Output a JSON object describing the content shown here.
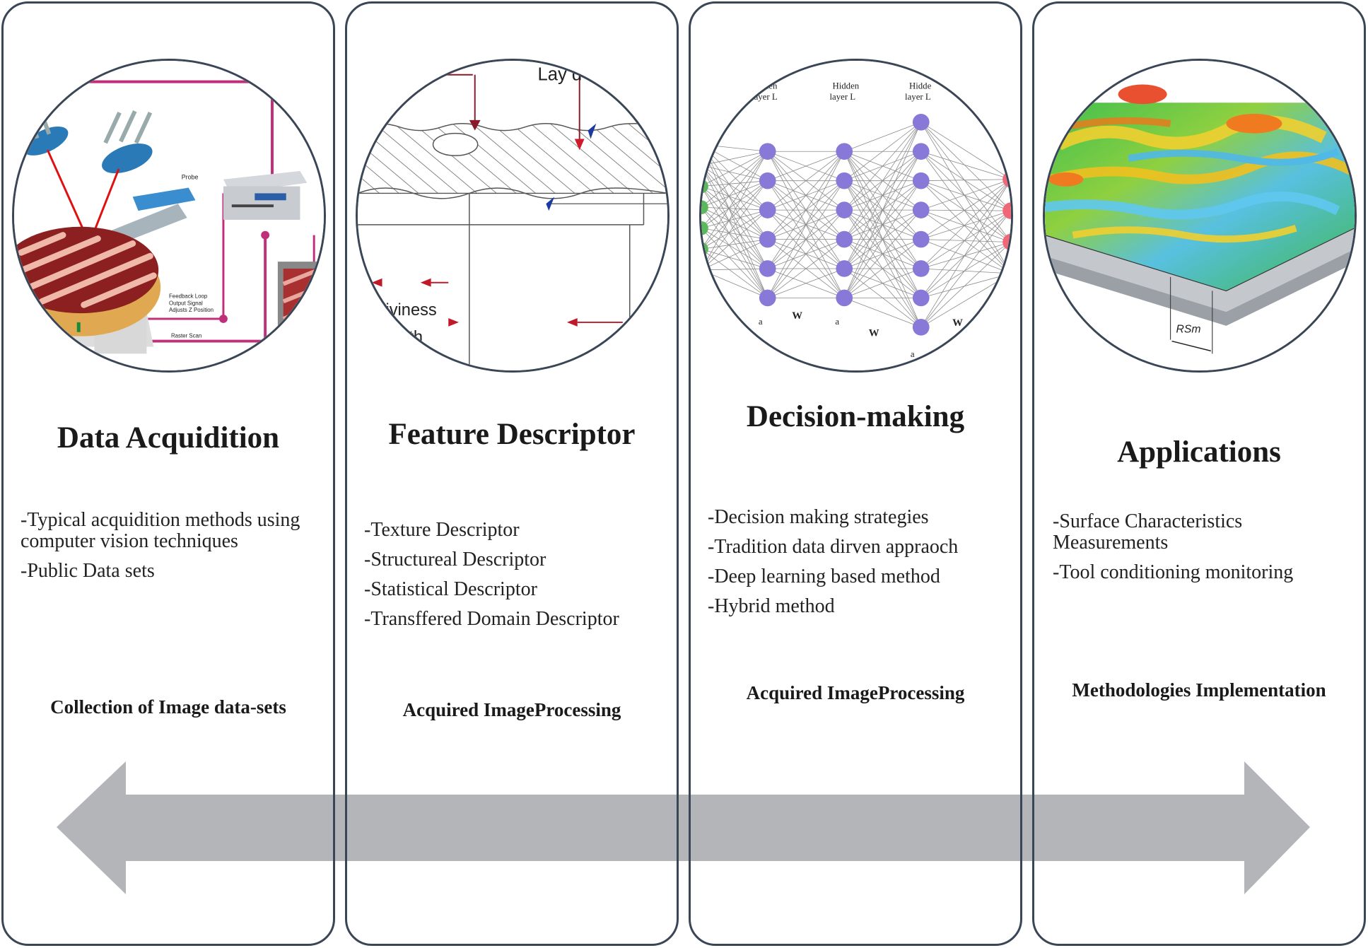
{
  "panels": [
    {
      "title": "Data Acquidition",
      "items": [
        "-Typical acquidition methods using computer vision techniques",
        "-Public Data sets"
      ],
      "footer": "Collection of Image data-sets",
      "image_labels": [
        "Probe",
        "Feedback Loop",
        "Output Signal",
        "Adjusts Z Position",
        "Raster Scan"
      ]
    },
    {
      "title": "Feature Descriptor",
      "items": [
        "-Texture Descriptor",
        "-Structureal Descriptor",
        "-Statistical Descriptor",
        "-Transffered Domain Descriptor"
      ],
      "footer": "Acquired ImageProcessing",
      "image_labels": [
        "Lay d",
        "iviness",
        "dth"
      ]
    },
    {
      "title": "Decision-making",
      "items": [
        "-Decision making strategies",
        "-Tradition data dirven appraoch",
        "-Deep learning based method",
        "-Hybrid method"
      ],
      "footer": "Acquired ImageProcessing",
      "image_labels": [
        "idden",
        "layer L",
        "Hidden",
        "layer L",
        "Hidde",
        "layer L",
        "W",
        "W",
        "W",
        "W",
        "a",
        "a",
        "a"
      ]
    },
    {
      "title": "Applications",
      "items": [
        "-Surface Characteristics Measurements",
        "-Tool conditioning monitoring"
      ],
      "footer": "Methodologies Implementation",
      "image_labels": [
        "RSm"
      ]
    }
  ],
  "colors": {
    "border": "#3a4656",
    "arrow": "#b3b5b8",
    "node": "#8878d8",
    "node_out": "#f06878",
    "node_in": "#5cb85c",
    "magenta_wire": "#c0307a"
  }
}
